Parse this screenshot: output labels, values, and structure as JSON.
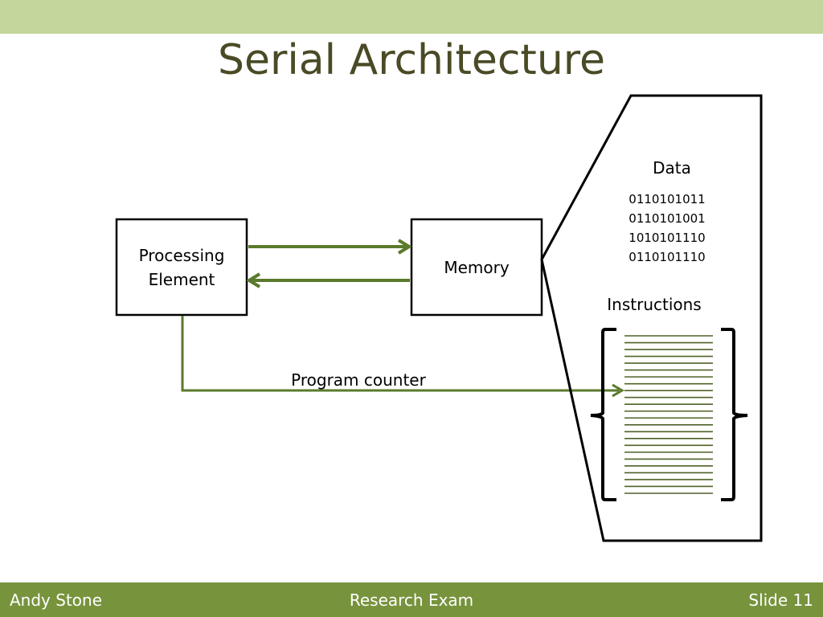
{
  "slide": {
    "title": "Serial Architecture"
  },
  "diagram": {
    "processing_element": "Processing Element",
    "memory": "Memory",
    "program_counter": "Program counter",
    "data_label": "Data",
    "data_words": [
      "0110101011",
      "0110101001",
      "1010101110",
      "0110101110"
    ],
    "instructions_label": "Instructions",
    "instruction_line_count": 24
  },
  "footer": {
    "author": "Andy Stone",
    "event": "Research Exam",
    "slide_number": "Slide 11"
  },
  "colors": {
    "top_band": "#c3d69b",
    "title_text": "#4a4a26",
    "arrow": "#5a7a2c",
    "footer_bg": "#77933c",
    "instruction_lines": "#4f6228"
  }
}
